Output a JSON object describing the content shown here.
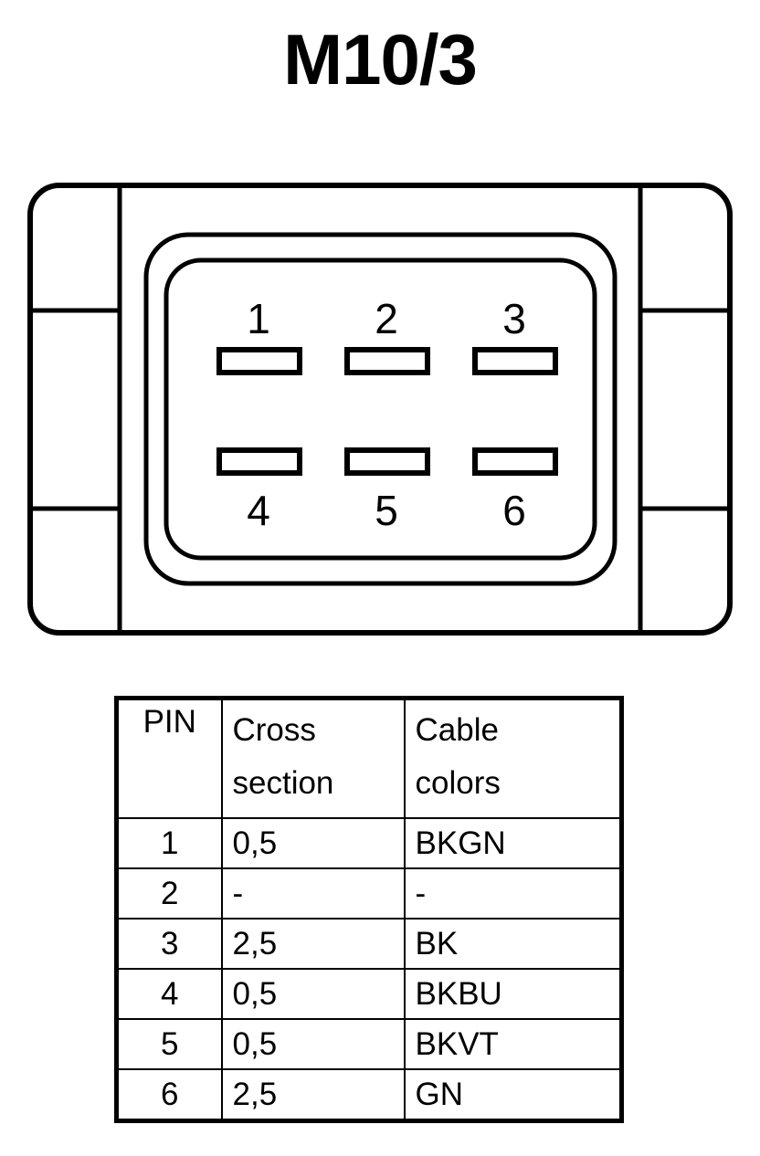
{
  "title": "M10/3",
  "connector": {
    "name": "6-way rectangular connector face view",
    "pin_labels_top": [
      "1",
      "2",
      "3"
    ],
    "pin_labels_bottom": [
      "4",
      "5",
      "6"
    ],
    "slot_count": 6,
    "line_color": "#000000",
    "fill_color": "#ffffff"
  },
  "table": {
    "headers": {
      "pin": "PIN",
      "cross_line1": "Cross",
      "cross_line2": "section",
      "color_line1": "Cable",
      "color_line2": "colors"
    },
    "rows": [
      {
        "pin": "1",
        "cross_section": "0,5",
        "cable_colors": "BKGN"
      },
      {
        "pin": "2",
        "cross_section": "-",
        "cable_colors": "-"
      },
      {
        "pin": "3",
        "cross_section": "2,5",
        "cable_colors": "BK"
      },
      {
        "pin": "4",
        "cross_section": "0,5",
        "cable_colors": "BKBU"
      },
      {
        "pin": "5",
        "cross_section": "0,5",
        "cable_colors": "BKVT"
      },
      {
        "pin": "6",
        "cross_section": "2,5",
        "cable_colors": "GN"
      }
    ]
  }
}
